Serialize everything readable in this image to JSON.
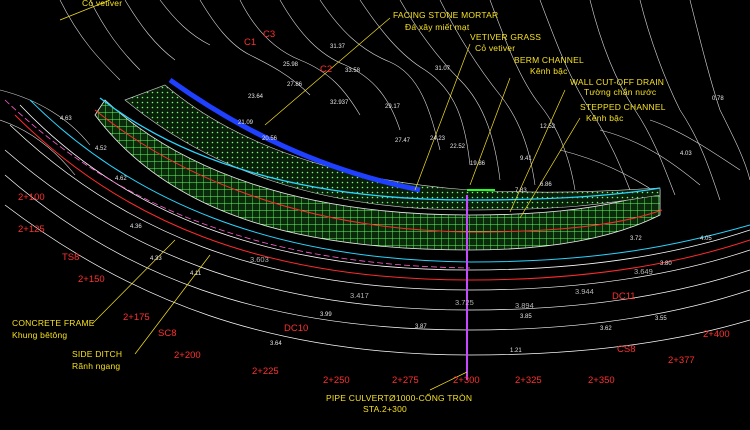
{
  "drawing": {
    "top_left_note": "Cỏ vetiver",
    "annotations": [
      {
        "id": "facing_en",
        "text": "FACING STONE MORTAR"
      },
      {
        "id": "facing_vi",
        "text": "Đá xây miết mạt"
      },
      {
        "id": "vetiver_en",
        "text": "VETIVER GRASS"
      },
      {
        "id": "vetiver_vi",
        "text": "Cỏ vetiver"
      },
      {
        "id": "berm_en",
        "text": "BERM CHANNEL"
      },
      {
        "id": "berm_vi",
        "text": "Kênh bậc"
      },
      {
        "id": "wall_en",
        "text": "WALL CUT-OFF DRAIN"
      },
      {
        "id": "wall_vi",
        "text": "Tường chắn nước"
      },
      {
        "id": "stepped_en",
        "text": "STEPPED CHANNEL"
      },
      {
        "id": "stepped_vi",
        "text": "Kênh bậc"
      },
      {
        "id": "concrete_en",
        "text": "CONCRETE FRAME"
      },
      {
        "id": "concrete_vi",
        "text": "Khung bêtông"
      },
      {
        "id": "side_en",
        "text": "SIDE DITCH"
      },
      {
        "id": "side_vi",
        "text": "Rãnh ngang"
      },
      {
        "id": "pipe_en",
        "text": "PIPE CULVERTØ1000-CỐNG TRÒN"
      },
      {
        "id": "pipe_sta",
        "text": "STA.2+300"
      }
    ],
    "stations": [
      "2+100",
      "2+125",
      "2+150",
      "2+175",
      "2+200",
      "2+225",
      "2+250",
      "2+275",
      "2+300",
      "2+325",
      "2+350",
      "2+377",
      "2+400"
    ],
    "curve_points": [
      "TS8",
      "SC8",
      "CS8",
      "DC10",
      "DC11",
      "C1",
      "C2",
      "C3"
    ],
    "curve_numbers": [
      "3.603",
      "3.417",
      "3.725",
      "3.894",
      "3.944",
      "3.649"
    ],
    "spot_elevations": [
      "31.37",
      "27.86",
      "25.98",
      "23.64",
      "21.09",
      "20.56",
      "31.07",
      "33.58",
      "32.937",
      "29.17",
      "27.47",
      "24.23",
      "22.52",
      "19.86",
      "12.52",
      "9.41",
      "7.83",
      "6.86",
      "4.63",
      "4.52",
      "4.62",
      "4.36",
      "4.33",
      "4.11",
      "3.99",
      "3.87",
      "3.85",
      "3.64",
      "3.62",
      "3.55",
      "1.21",
      "0.78",
      "4.03",
      "3.72",
      "3.80",
      "4.05"
    ],
    "colors": {
      "background": "#000000",
      "annotation": "#f5e020",
      "station": "#ff3030",
      "mesh": "#59ff59",
      "channel_blue": "#2040ff",
      "contour": "#ffffff",
      "curve_grey": "#b5b5b5"
    }
  }
}
